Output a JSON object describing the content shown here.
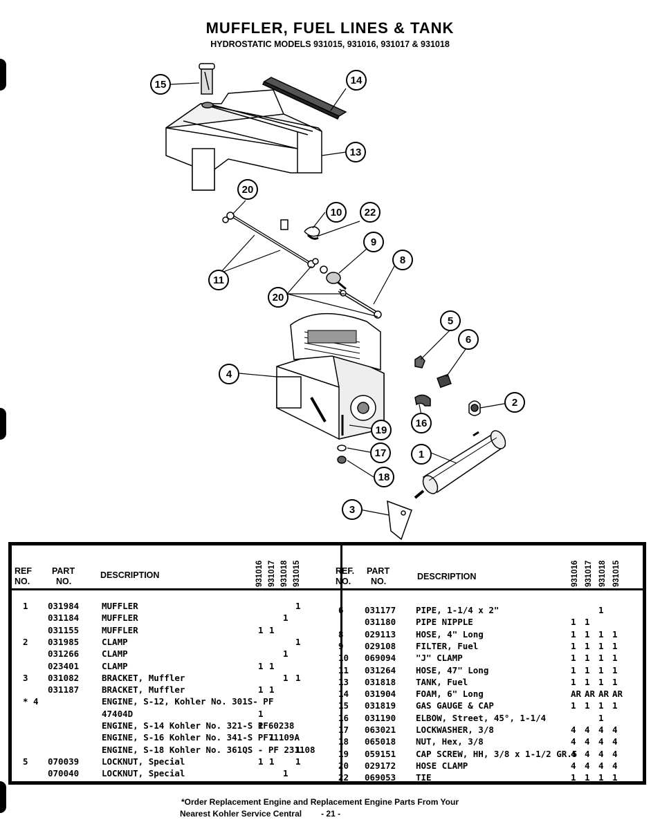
{
  "title": "MUFFLER, FUEL LINES & TANK",
  "subtitle": "HYDROSTATIC MODELS 931015, 931016, 931017 & 931018",
  "callouts": [
    "15",
    "14",
    "13",
    "20",
    "10",
    "22",
    "9",
    "8",
    "11",
    "20",
    "5",
    "6",
    "4",
    "2",
    "16",
    "19",
    "17",
    "1",
    "18",
    "3"
  ],
  "table_header": {
    "ref_left": "REF",
    "no_left": "NO.",
    "part_left": "PART",
    "partno_left": "NO.",
    "desc_left": "DESCRIPTION",
    "ref_right": "REF.",
    "no_right": "NO.",
    "part_right": "PART",
    "partno_right": "NO.",
    "desc_right": "DESCRIPTION",
    "models": [
      "931016",
      "931017",
      "931018",
      "931015"
    ]
  },
  "left_rows": [
    {
      "ref": "1",
      "part": "031984",
      "desc": "MUFFLER",
      "m1": "",
      "m2": "",
      "m3": "",
      "m4": "1"
    },
    {
      "ref": "",
      "part": "031184",
      "desc": "MUFFLER",
      "m1": "",
      "m2": "",
      "m3": "1",
      "m4": ""
    },
    {
      "ref": "",
      "part": "031155",
      "desc": "MUFFLER",
      "m1": "1",
      "m2": "1",
      "m3": "",
      "m4": ""
    },
    {
      "ref": "2",
      "part": "031985",
      "desc": "CLAMP",
      "m1": "",
      "m2": "",
      "m3": "",
      "m4": "1"
    },
    {
      "ref": "",
      "part": "031266",
      "desc": "CLAMP",
      "m1": "",
      "m2": "",
      "m3": "1",
      "m4": ""
    },
    {
      "ref": "",
      "part": "023401",
      "desc": "CLAMP",
      "m1": "1",
      "m2": "1",
      "m3": "",
      "m4": ""
    },
    {
      "ref": "3",
      "part": "031082",
      "desc": "BRACKET, Muffler",
      "m1": "",
      "m2": "",
      "m3": "1",
      "m4": "1"
    },
    {
      "ref": "",
      "part": "031187",
      "desc": "BRACKET, Muffler",
      "m1": "1",
      "m2": "1",
      "m3": "",
      "m4": ""
    },
    {
      "ref": "* 4",
      "part": "",
      "desc": "ENGINE, S-12, Kohler No. 301S- PF",
      "m1": "",
      "m2": "",
      "m3": "",
      "m4": ""
    },
    {
      "ref": "",
      "part": "",
      "desc": "     47404D",
      "m1": "1",
      "m2": "",
      "m3": "",
      "m4": ""
    },
    {
      "ref": "",
      "part": "",
      "desc": "ENGINE, S-14 Kohler No. 321-S PF60238",
      "m1": "1",
      "m2": "",
      "m3": "",
      "m4": ""
    },
    {
      "ref": "",
      "part": "",
      "desc": "ENGINE, S-16 Kohler No. 341-S PF71109A",
      "m1": "",
      "m2": "1",
      "m3": "",
      "m4": ""
    },
    {
      "ref": "",
      "part": "",
      "desc": "ENGINE, S-18 Kohler No. 361QS - PF 231108",
      "m1": "",
      "m2": "",
      "m3": "",
      "m4": "1"
    },
    {
      "ref": "5",
      "part": "070039",
      "desc": "LOCKNUT, Special",
      "m1": "1",
      "m2": "1",
      "m3": "",
      "m4": "1"
    },
    {
      "ref": "",
      "part": "070040",
      "desc": "LOCKNUT, Special",
      "m1": "",
      "m2": "",
      "m3": "1",
      "m4": ""
    }
  ],
  "right_rows": [
    {
      "ref": "6",
      "part": "031177",
      "desc": "PIPE, 1-1/4 x 2\"",
      "m1": "",
      "m2": "",
      "m3": "1",
      "m4": ""
    },
    {
      "ref": "",
      "part": "031180",
      "desc": "PIPE NIPPLE",
      "m1": "1",
      "m2": "1",
      "m3": "",
      "m4": ""
    },
    {
      "ref": "8",
      "part": "029113",
      "desc": "HOSE, 4\" Long",
      "m1": "1",
      "m2": "1",
      "m3": "1",
      "m4": "1"
    },
    {
      "ref": "9",
      "part": "029108",
      "desc": "FILTER, Fuel",
      "m1": "1",
      "m2": "1",
      "m3": "1",
      "m4": "1"
    },
    {
      "ref": "10",
      "part": "069094",
      "desc": "\"J\" CLAMP",
      "m1": "1",
      "m2": "1",
      "m3": "1",
      "m4": "1"
    },
    {
      "ref": "11",
      "part": "031264",
      "desc": "HOSE, 47\" Long",
      "m1": "1",
      "m2": "1",
      "m3": "1",
      "m4": "1"
    },
    {
      "ref": "13",
      "part": "031818",
      "desc": "TANK, Fuel",
      "m1": "1",
      "m2": "1",
      "m3": "1",
      "m4": "1"
    },
    {
      "ref": "14",
      "part": "031904",
      "desc": "FOAM, 6\" Long",
      "m1": "AR",
      "m2": "AR",
      "m3": "AR",
      "m4": "AR"
    },
    {
      "ref": "15",
      "part": "031819",
      "desc": "GAS GAUGE & CAP",
      "m1": "1",
      "m2": "1",
      "m3": "1",
      "m4": "1"
    },
    {
      "ref": "16",
      "part": "031190",
      "desc": "ELBOW, Street, 45°, 1-1/4",
      "m1": "",
      "m2": "",
      "m3": "1",
      "m4": ""
    },
    {
      "ref": "17",
      "part": "063021",
      "desc": "LOCKWASHER, 3/8",
      "m1": "4",
      "m2": "4",
      "m3": "4",
      "m4": "4"
    },
    {
      "ref": "18",
      "part": "065018",
      "desc": "NUT, Hex, 3/8",
      "m1": "4",
      "m2": "4",
      "m3": "4",
      "m4": "4"
    },
    {
      "ref": "19",
      "part": "059151",
      "desc": "CAP SCREW, HH, 3/8 x 1-1/2 GR.5",
      "m1": "4",
      "m2": "4",
      "m3": "4",
      "m4": "4"
    },
    {
      "ref": "20",
      "part": "029172",
      "desc": "HOSE CLAMP",
      "m1": "4",
      "m2": "4",
      "m3": "4",
      "m4": "4"
    },
    {
      "ref": "22",
      "part": "069053",
      "desc": "TIE",
      "m1": "1",
      "m2": "1",
      "m3": "1",
      "m4": "1"
    }
  ],
  "footer": {
    "note": "*Order Replacement Engine and Replacement Engine Parts From Your",
    "note2": "Nearest Kohler Service Central",
    "page": "- 21 -"
  }
}
